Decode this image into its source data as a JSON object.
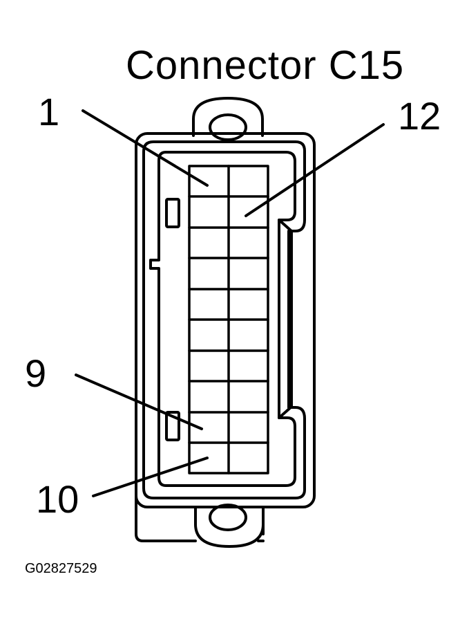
{
  "title": "Connector C15",
  "pin_labels": {
    "pin_1": "1",
    "pin_12": "12",
    "pin_9": "9",
    "pin_10": "10"
  },
  "figure_code": "G02827529",
  "connector": {
    "columns": 2,
    "rows": 10
  }
}
